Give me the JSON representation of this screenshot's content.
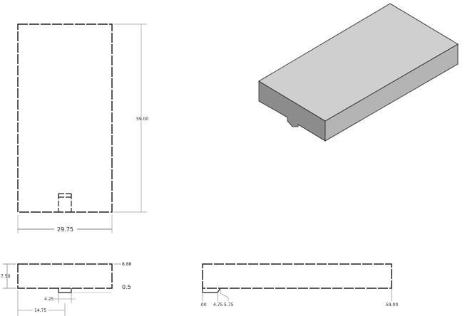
{
  "drawing": {
    "top_view": {
      "height_dim": "59.00",
      "width_dim": "29.75"
    },
    "front_view": {
      "height_dim": "7.50",
      "top_dim": "8.88",
      "bottom_dim": "0.5",
      "notch_width_dim": "4.25",
      "notch_offset_dim": "14.75"
    },
    "side_view": {
      "ordinate_0": ".00",
      "ordinate_1": "4.75",
      "ordinate_2": "5.75",
      "ordinate_3": "59.00"
    },
    "iso_view": {
      "top_color": "#cfcfcf",
      "left_color": "#8c8c8c",
      "right_color": "#b4b4b4"
    }
  }
}
